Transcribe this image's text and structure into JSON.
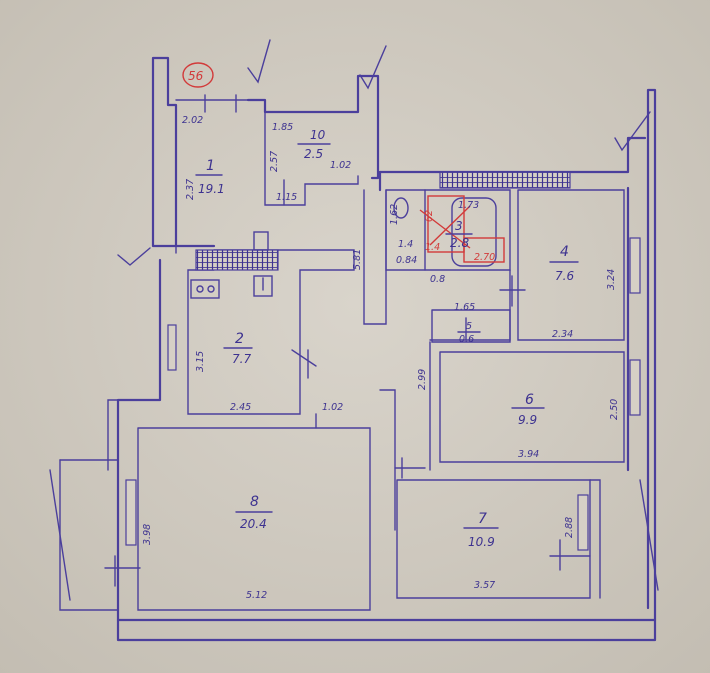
{
  "sheet": {
    "stamp_number": "56"
  },
  "rooms": [
    {
      "id": "1",
      "number": "1",
      "area": "19.1"
    },
    {
      "id": "2",
      "number": "2",
      "area": "7.7"
    },
    {
      "id": "3",
      "number": "3",
      "area": "2.8"
    },
    {
      "id": "4",
      "number": "4",
      "area": "7.6"
    },
    {
      "id": "5",
      "number": "5",
      "area": "0.6"
    },
    {
      "id": "6",
      "number": "6",
      "area": "9.9"
    },
    {
      "id": "7",
      "number": "7",
      "area": "10.9"
    },
    {
      "id": "8",
      "number": "8",
      "area": "20.4"
    },
    {
      "id": "10",
      "number": "10",
      "area": "2.5"
    }
  ],
  "dimensions": {
    "d_2_02": "2.02",
    "d_1_85": "1.85",
    "d_1_02": "1.02",
    "d_2_57": "2.57",
    "d_1_15": "1.15",
    "d_2_37": "2.37",
    "d_5_81": "5.81",
    "d_3_15": "3.15",
    "d_2_45": "2.45",
    "d_1_02b": "1.02",
    "d_1_62": "1.62",
    "d_1_4": "1.4",
    "d_0_84": "0.84",
    "d_1_73": "1.73",
    "d_0_8": "0.8",
    "d_1_65": "1.65",
    "d_2_34": "2.34",
    "d_3_24": "3.24",
    "d_2_99": "2.99",
    "d_2_50": "2.50",
    "d_3_94": "3.94",
    "d_3_98": "3.98",
    "d_5_12": "5.12",
    "d_3_57": "3.57",
    "d_2_88": "2.88"
  },
  "annotations": {
    "red_1_4": "1.4",
    "red_2_70": "2.70",
    "red_62": "62"
  }
}
